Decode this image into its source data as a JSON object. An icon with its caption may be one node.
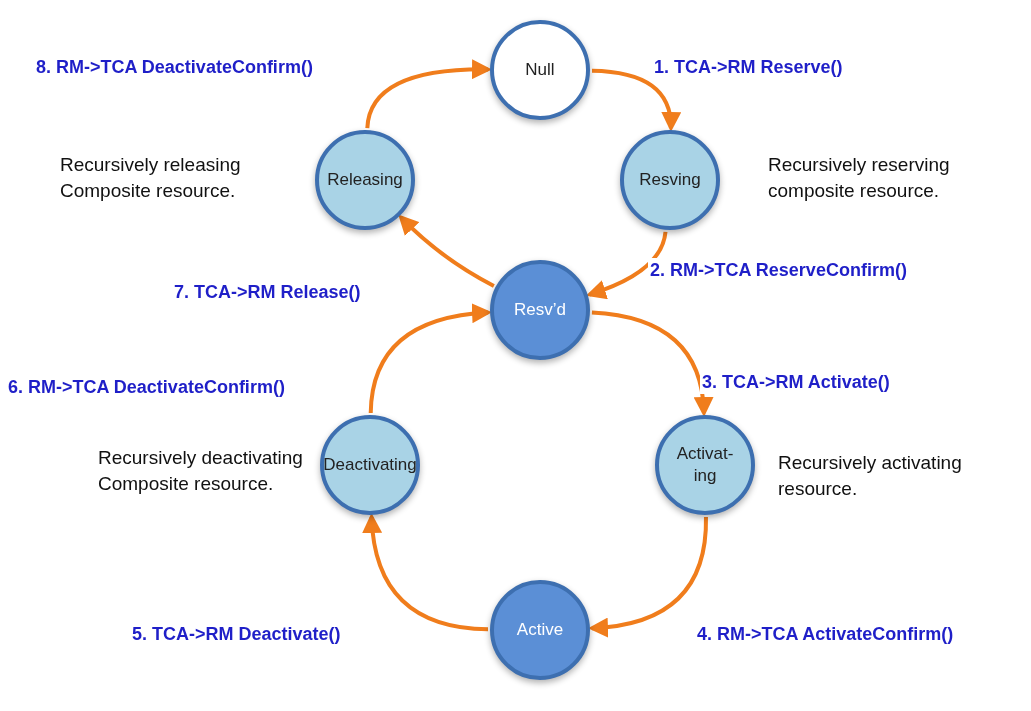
{
  "diagram": {
    "nodes": [
      {
        "text": [
          "Null"
        ]
      },
      {
        "text": [
          "Resving"
        ],
        "beside": [
          "Recursively reserving composite resource."
        ]
      },
      {
        "text": [
          "Releasing"
        ],
        "beside": [
          "Recursively releasing Composite resource."
        ]
      },
      {
        "text": [
          "Resv’d"
        ]
      },
      {
        "text": [
          "Activat- ing"
        ],
        "beside": [
          "Recursively activating resource."
        ]
      },
      {
        "text": [
          "Deactivating"
        ],
        "beside": [
          "Recursively deactivating Composite resource."
        ]
      },
      {
        "text": [
          "Active"
        ]
      }
    ],
    "edges": [
      {
        "from": 0,
        "to": 1,
        "arrow": "to",
        "label": "1. TCA->RM Reserve()"
      },
      {
        "from": 1,
        "to": 3,
        "arrow": "to",
        "label": "2. RM->TCA ReserveConfirm()"
      },
      {
        "from": 3,
        "to": 4,
        "arrow": "to",
        "label": "3. TCA->RM Activate()"
      },
      {
        "from": 4,
        "to": 6,
        "arrow": "to",
        "label": "4. RM->TCA ActivateConfirm()"
      },
      {
        "from": 6,
        "to": 5,
        "arrow": "to",
        "label": "5. TCA->RM Deactivate()"
      },
      {
        "from": 5,
        "to": 3,
        "arrow": "to",
        "label": "6. RM->TCA DeactivateConfirm()"
      },
      {
        "from": 3,
        "to": 2,
        "arrow": "to",
        "label": "7. TCA->RM Release()"
      },
      {
        "from": 2,
        "to": 0,
        "arrow": "to",
        "label": "8. RM->TCA DeactivateConfirm()"
      }
    ]
  }
}
